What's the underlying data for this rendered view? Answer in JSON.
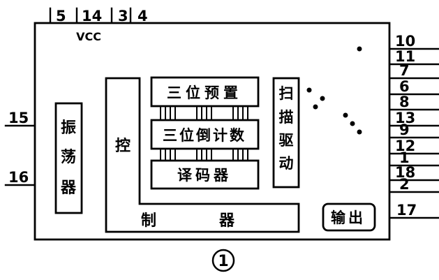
{
  "figure_label": "1",
  "power_label": "VCC",
  "colors": {
    "ink": "#000000",
    "background": "#ffffff"
  },
  "blocks": {
    "oscillator": {
      "label": "振荡器",
      "chars": [
        "振",
        "荡",
        "器"
      ]
    },
    "controller": {
      "label": "控制器",
      "top_char": "控",
      "bottom_left_char": "制",
      "bottom_right_char": "器"
    },
    "preset": {
      "label": "三位预置"
    },
    "countdown": {
      "label": "三位倒计数"
    },
    "decoder": {
      "label": "译码器"
    },
    "scan_driver": {
      "label": "扫描驱动",
      "chars": [
        "扫",
        "描",
        "驱",
        "动"
      ]
    },
    "output": {
      "label": "输出"
    }
  },
  "pins": {
    "top": [
      {
        "number": "5"
      },
      {
        "number": "14"
      },
      {
        "number": "3"
      },
      {
        "number": "4"
      }
    ],
    "left": [
      {
        "number": "15"
      },
      {
        "number": "16"
      }
    ],
    "right": [
      {
        "number": "10"
      },
      {
        "number": "11"
      },
      {
        "number": "7"
      },
      {
        "number": "6"
      },
      {
        "number": "8"
      },
      {
        "number": "13"
      },
      {
        "number": "9"
      },
      {
        "number": "12"
      },
      {
        "number": "1"
      },
      {
        "number": "18"
      },
      {
        "number": "2"
      },
      {
        "number": "17"
      }
    ]
  }
}
